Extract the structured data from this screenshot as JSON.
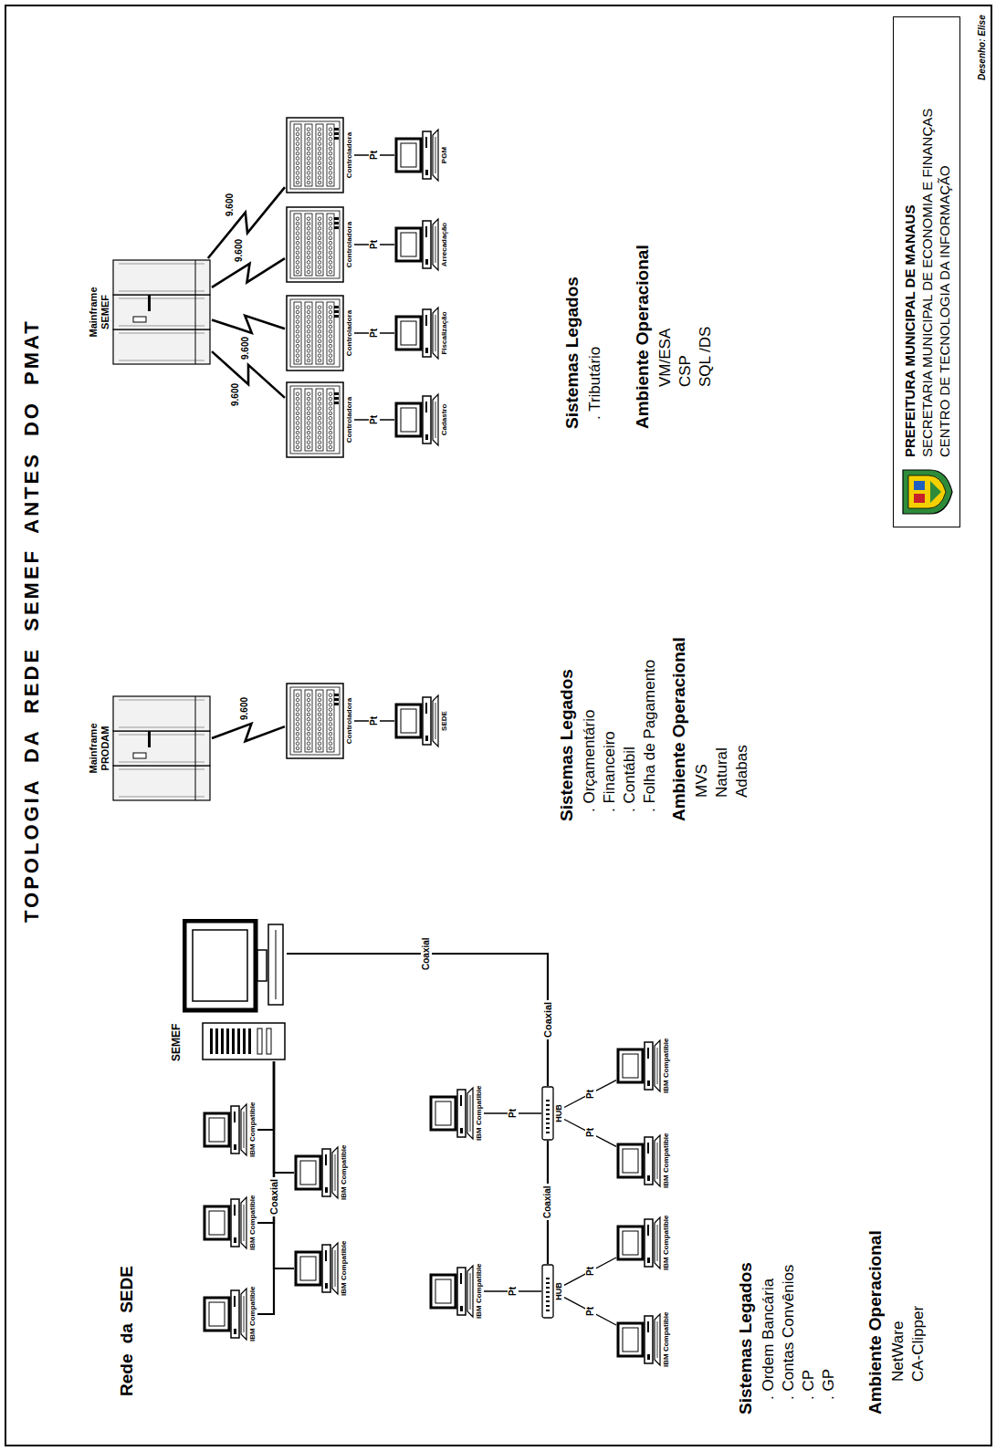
{
  "diagram": {
    "title": "TOPOLOGIA DA REDE SEMEF ANTES DO PMAT",
    "nodes": [
      {
        "text": [
          "SEMEF"
        ]
      },
      {
        "text": [
          "IBM Compatible"
        ]
      },
      {
        "text": [
          "IBM Compatible"
        ]
      },
      {
        "text": [
          "IBM Compatible"
        ]
      },
      {
        "text": [
          "IBM Compatible"
        ]
      },
      {
        "text": [
          "IBM Compatible"
        ]
      },
      {
        "text": [
          "HUB"
        ]
      },
      {
        "text": [
          "IBM Compatible"
        ]
      },
      {
        "text": [
          "IBM Compatible"
        ]
      },
      {
        "text": [
          "IBM Compatible"
        ]
      },
      {
        "text": [
          "HUB"
        ]
      },
      {
        "text": [
          "IBM Compatible"
        ]
      },
      {
        "text": [
          "IBM Compatible"
        ]
      },
      {
        "text": [
          "IBM Compatible"
        ]
      },
      {
        "text": [
          "Mainframe PRODAM"
        ]
      },
      {
        "text": [
          "Controladora"
        ]
      },
      {
        "text": [
          "SEDE"
        ]
      },
      {
        "text": [
          "Mainframe SEMEF"
        ]
      },
      {
        "text": [
          "Controladora"
        ]
      },
      {
        "text": [
          "Cadastro"
        ]
      },
      {
        "text": [
          "Controladora"
        ]
      },
      {
        "text": [
          "Fiscalização"
        ]
      },
      {
        "text": [
          "Controladora"
        ]
      },
      {
        "text": [
          "Arrecadação"
        ]
      },
      {
        "text": [
          "Controladora"
        ]
      },
      {
        "text": [
          "PGM"
        ]
      },
      {
        "text": [
          "PREFEITURA MUNICIPAL DE MANAUS",
          "SECRETARIA MUNICIPAL DE ECONOMIA E FINANÇAS",
          "CENTRO DE TECNOLOGIA DA INFORMAÇÃO"
        ]
      }
    ],
    "edges": [
      {
        "from": 0,
        "to": 1,
        "arrow": "none"
      },
      {
        "from": 0,
        "to": 2,
        "arrow": "none"
      },
      {
        "from": 0,
        "to": 3,
        "arrow": "none"
      },
      {
        "from": 0,
        "to": 4,
        "arrow": "none"
      },
      {
        "from": 0,
        "to": 5,
        "arrow": "none"
      },
      {
        "from": 0,
        "to": 10,
        "label": "Coaxial",
        "arrow": "none"
      },
      {
        "from": 10,
        "to": 6,
        "label": "Coaxial",
        "arrow": "none"
      },
      {
        "from": 6,
        "to": 7,
        "label": "Pt",
        "arrow": "none"
      },
      {
        "from": 6,
        "to": 8,
        "label": "Pt",
        "arrow": "none"
      },
      {
        "from": 6,
        "to": 9,
        "label": "Pt",
        "arrow": "none"
      },
      {
        "from": 10,
        "to": 11,
        "label": "Pt",
        "arrow": "none"
      },
      {
        "from": 10,
        "to": 12,
        "label": "Pt",
        "arrow": "none"
      },
      {
        "from": 10,
        "to": 13,
        "label": "Pt",
        "arrow": "none"
      },
      {
        "from": 14,
        "to": 15,
        "label": "9.600",
        "arrow": "none"
      },
      {
        "from": 15,
        "to": 16,
        "label": "Pt",
        "arrow": "none"
      },
      {
        "from": 17,
        "to": 18,
        "label": "9.600",
        "arrow": "none"
      },
      {
        "from": 17,
        "to": 20,
        "label": "9.600",
        "arrow": "none"
      },
      {
        "from": 17,
        "to": 22,
        "label": "9.600",
        "arrow": "none"
      },
      {
        "from": 17,
        "to": 24,
        "label": "9.600",
        "arrow": "none"
      },
      {
        "from": 18,
        "to": 19,
        "label": "Pt",
        "arrow": "none"
      },
      {
        "from": 20,
        "to": 21,
        "label": "Pt",
        "arrow": "none"
      },
      {
        "from": 22,
        "to": 23,
        "label": "Pt",
        "arrow": "none"
      },
      {
        "from": 24,
        "to": 25,
        "label": "Pt",
        "arrow": "none"
      }
    ],
    "labels": [
      "Rede da SEDE",
      "Coaxial",
      "Coaxial",
      "Sistemas Legados",
      ". Ordem Bancária",
      ". Contas Convênios",
      ". CP",
      ". GP",
      "Ambiente Operacional",
      "NetWare",
      "CA-Clipper",
      "Sistemas Legados",
      ". Orçamentário",
      ". Financeiro",
      ". Contábil",
      ". Folha de Pagamento",
      "Ambiente Operacional",
      "MVS",
      "Natural",
      "Adabas",
      "Sistemas Legados",
      ". Tributário",
      "Ambiente Operacional",
      "VM/ESA",
      "CSP",
      "SQL /DS",
      "Desenho: Elise"
    ]
  }
}
